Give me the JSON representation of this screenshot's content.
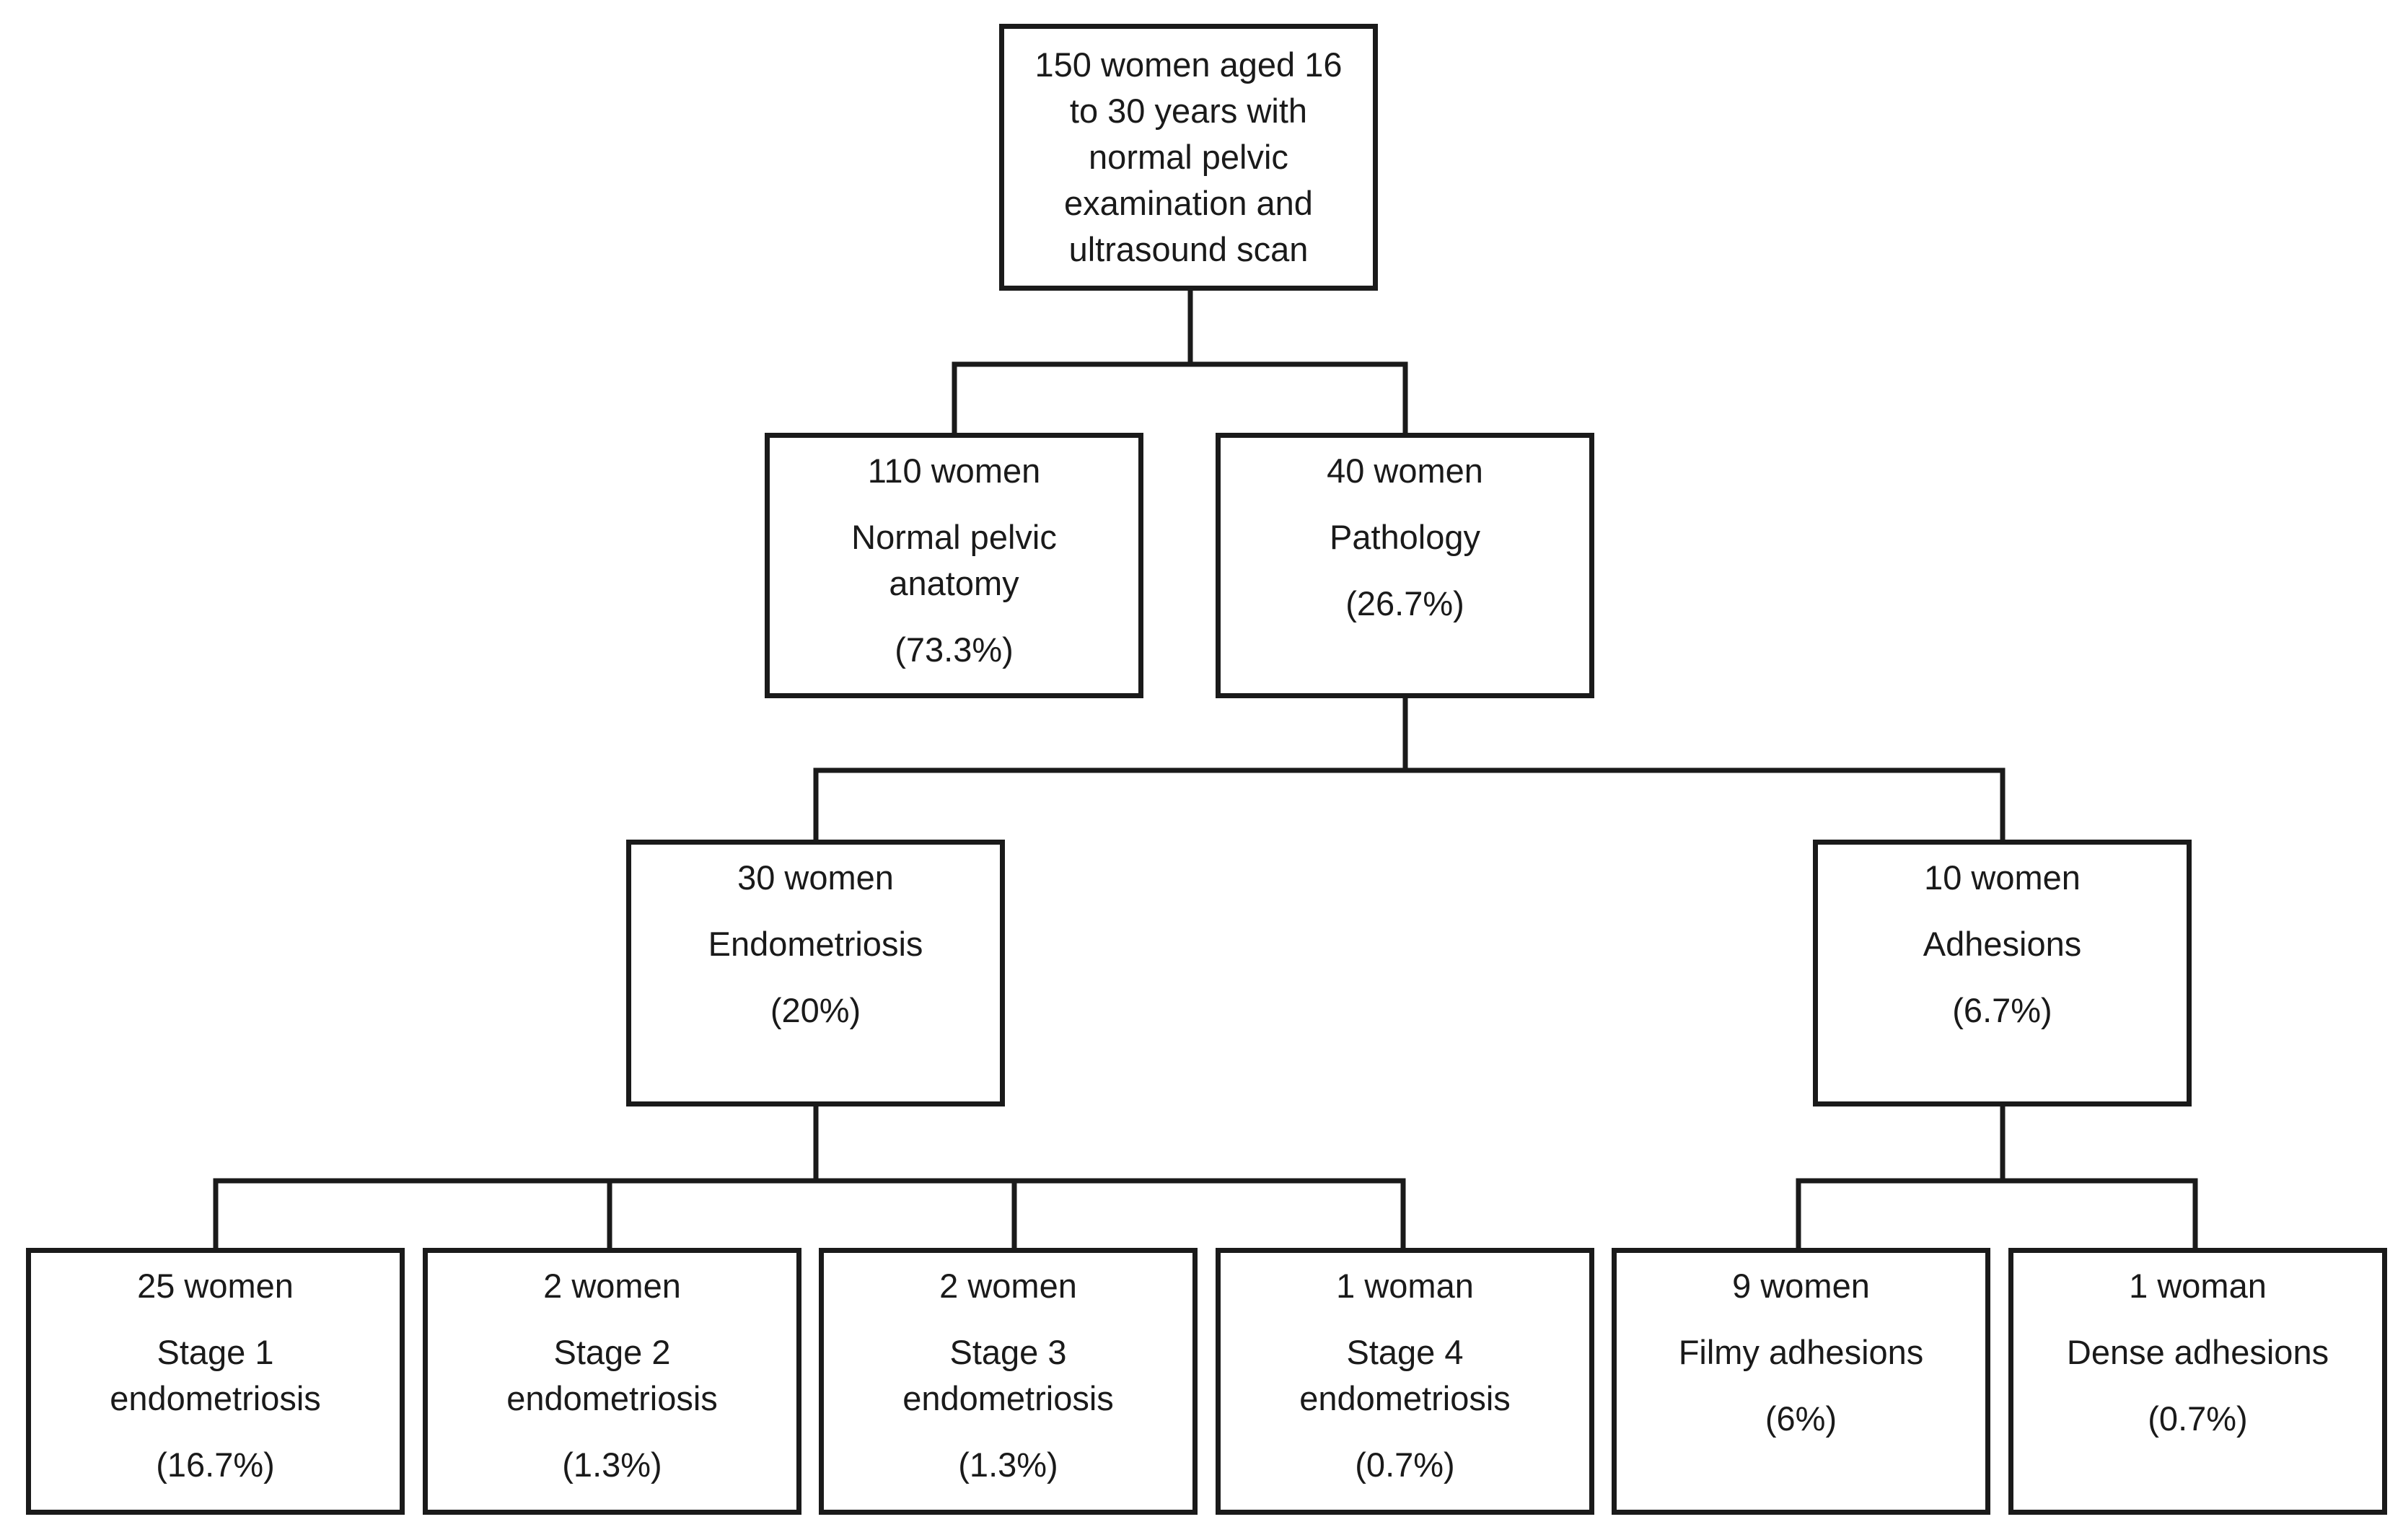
{
  "root": {
    "text": [
      "150 women aged 16",
      "to 30 years with",
      "normal pelvic",
      "examination and",
      "ultrasound scan"
    ]
  },
  "level1": {
    "normal": {
      "count": "110 women",
      "label": [
        "Normal pelvic",
        "anatomy"
      ],
      "percent": "(73.3%)"
    },
    "pathology": {
      "count": "40 women",
      "label": [
        "Pathology"
      ],
      "percent": "(26.7%)"
    }
  },
  "level2": {
    "endometriosis": {
      "count": "30 women",
      "label": [
        "Endometriosis"
      ],
      "percent": "(20%)"
    },
    "adhesions": {
      "count": "10 women",
      "label": [
        "Adhesions"
      ],
      "percent": "(6.7%)"
    }
  },
  "level3": {
    "stage1": {
      "count": "25 women",
      "label": [
        "Stage 1",
        "endometriosis"
      ],
      "percent": "(16.7%)"
    },
    "stage2": {
      "count": "2 women",
      "label": [
        "Stage 2",
        "endometriosis"
      ],
      "percent": "(1.3%)"
    },
    "stage3": {
      "count": "2 women",
      "label": [
        "Stage 3",
        "endometriosis"
      ],
      "percent": "(1.3%)"
    },
    "stage4": {
      "count": "1 woman",
      "label": [
        "Stage 4",
        "endometriosis"
      ],
      "percent": "(0.7%)"
    },
    "filmy": {
      "count": "9 women",
      "label": [
        "Filmy adhesions"
      ],
      "percent": "(6%)"
    },
    "dense": {
      "count": "1 woman",
      "label": [
        "Dense adhesions"
      ],
      "percent": "(0.7%)"
    }
  }
}
